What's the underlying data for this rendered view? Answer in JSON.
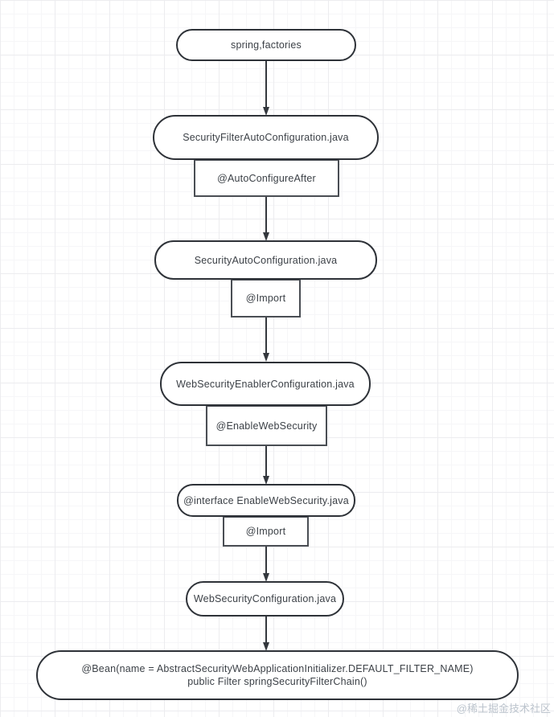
{
  "flow": {
    "nodes": [
      {
        "label": "spring,factories"
      },
      {
        "label": "SecurityFilterAutoConfiguration.java",
        "annotation": "@AutoConfigureAfter"
      },
      {
        "label": "SecurityAutoConfiguration.java",
        "annotation": "@Import"
      },
      {
        "label": "WebSecurityEnablerConfiguration.java",
        "annotation": "@EnableWebSecurity"
      },
      {
        "label": "@interface EnableWebSecurity.java",
        "annotation": "@Import"
      },
      {
        "label": "WebSecurityConfiguration.java"
      },
      {
        "line1": "@Bean(name = AbstractSecurityWebApplicationInitializer.DEFAULT_FILTER_NAME)",
        "line2": "public Filter springSecurityFilterChain()"
      }
    ]
  },
  "colors": {
    "node_border": "#2e3238",
    "annotation_border": "#4a4e54",
    "text": "#3c4147",
    "arrow": "#33373d",
    "grid_minor": "#f6f6f8",
    "grid_major": "#ececef",
    "background": "#ffffff",
    "watermark": "#bcc4cd"
  },
  "watermark": {
    "text": "@稀土掘金技术社区"
  }
}
